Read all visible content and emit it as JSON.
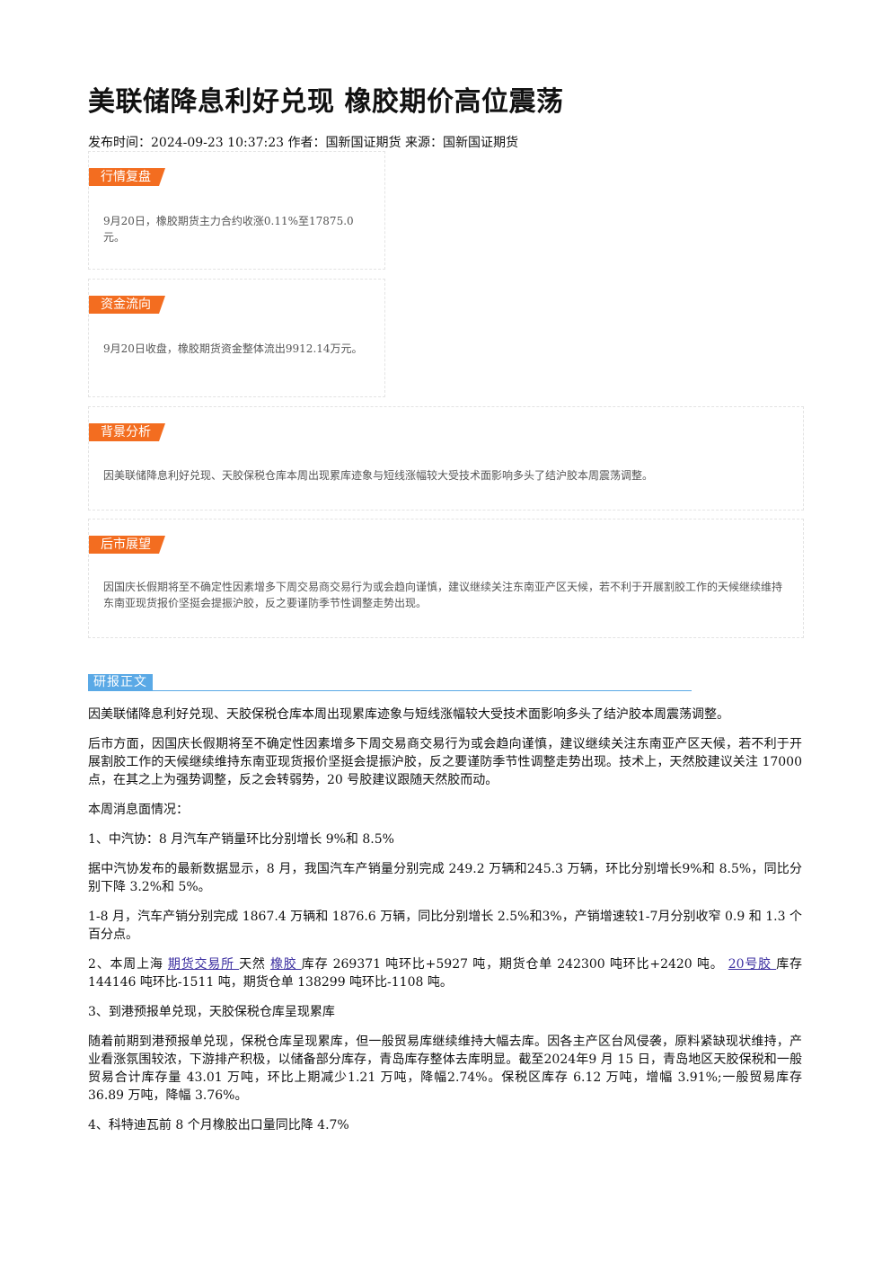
{
  "title": "美联储降息利好兑现 橡胶期价高位震荡",
  "meta": "发布时间：2024-09-23 10:37:23 作者：国新国证期货 来源：国新国证期货",
  "cards": [
    {
      "tag": "行情复盘",
      "text": "9月20日，橡胶期货主力合约收涨0.11%至17875.0元。"
    },
    {
      "tag": "资金流向",
      "text": "9月20日收盘，橡胶期货资金整体流出9912.14万元。"
    },
    {
      "tag": "背景分析",
      "text": "因美联储降息利好兑现、天胶保税仓库本周出现累库迹象与短线涨幅较大受技术面影响多头了结沪胶本周震荡调整。"
    },
    {
      "tag": "后市展望",
      "text": "因国庆长假期将至不确定性因素增多下周交易商交易行为或会趋向谨慎，建议继续关注东南亚产区天候，若不利于开展割胶工作的天候继续维持东南亚现货报价坚挺会提振沪胶，反之要谨防季节性调整走势出现。"
    }
  ],
  "section_label": "研报正文",
  "body": {
    "p1": "因美联储降息利好兑现、天胶保税仓库本周出现累库迹象与短线涨幅较大受技术面影响多头了结沪胶本周震荡调整。",
    "p2": "后市方面，因国庆长假期将至不确定性因素增多下周交易商交易行为或会趋向谨慎，建议继续关注东南亚产区天候，若不利于开展割胶工作的天候继续维持东南亚现货报价坚挺会提振沪胶，反之要谨防季节性调整走势出现。技术上，天然胶建议关注 17000 点，在其之上为强势调整，反之会转弱势，20 号胶建议跟随天然胶而动。",
    "p3": "本周消息面情况：",
    "p4": "1、中汽协：8 月汽车产销量环比分别增长 9%和 8.5%",
    "p5": "据中汽协发布的最新数据显示，8 月，我国汽车产销量分别完成 249.2 万辆和245.3 万辆，环比分别增长9%和 8.5%，同比分别下降 3.2%和 5%。",
    "p6": "1-8 月，汽车产销分别完成 1867.4 万辆和 1876.6 万辆，同比分别增长 2.5%和3%，产销增速较1-7月分别收窄 0.9 和 1.3 个百分点。",
    "p7": {
      "t1": "2、本周上海 ",
      "link1": "期货交易所 ",
      "t2": "天然 ",
      "link2": "橡胶 ",
      "t3": "库存 269371 吨环比+5927 吨，期货仓单 242300 吨环比+2420 吨。 ",
      "link3": "20号胶 ",
      "t4": "库存 144146 吨环比-1511 吨，期货仓单 138299 吨环比-1108 吨。"
    },
    "p8": "3、到港预报单兑现，天胶保税仓库呈现累库",
    "p9": "随着前期到港预报单兑现，保税仓库呈现累库，但一般贸易库继续维持大幅去库。因各主产区台风侵袭，原料紧缺现状维持，产业看涨氛围较浓，下游排产积极，以储备部分库存，青岛库存整体去库明显。截至2024年9 月 15 日，青岛地区天胶保税和一般贸易合计库存量 43.01 万吨，环比上期减少1.21 万吨，降幅2.74%。保税区库存 6.12 万吨，增幅 3.91%;一般贸易库存 36.89 万吨，降幅 3.76%。",
    "p10": "4、科特迪瓦前 8 个月橡胶出口量同比降 4.7%"
  },
  "colors": {
    "tag": "#f36d20",
    "section": "#5aa9e6",
    "link": "#3c2fa0"
  }
}
